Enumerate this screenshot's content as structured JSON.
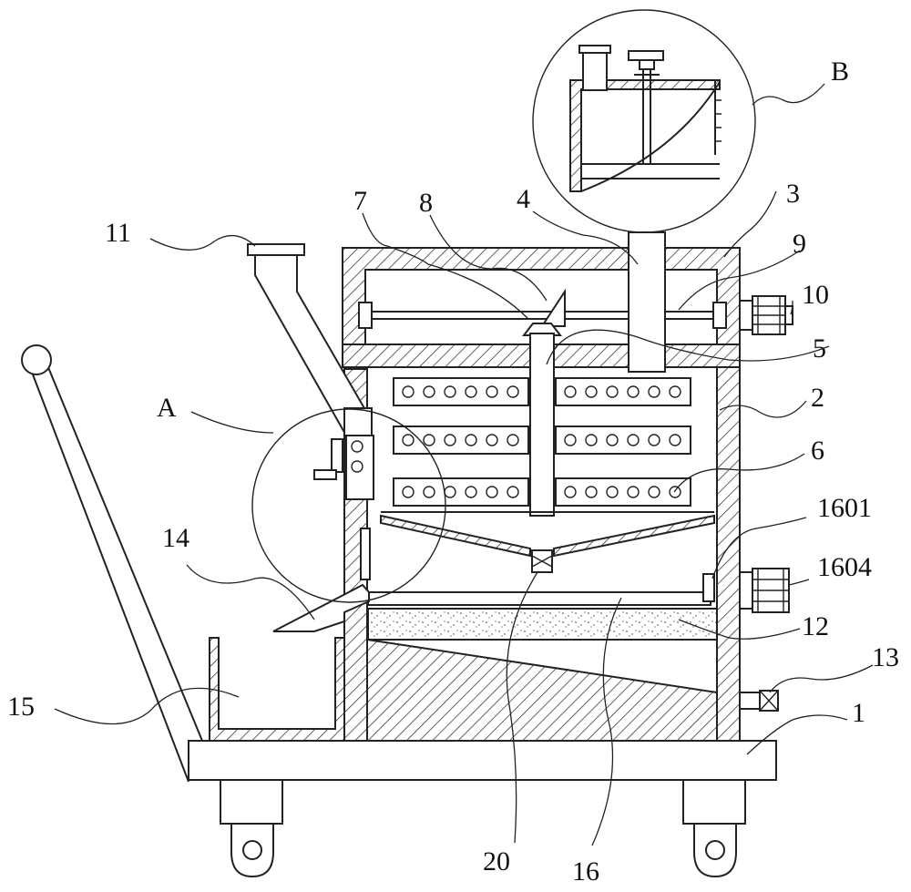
{
  "labels": {
    "n1": "1",
    "n2": "2",
    "n3": "3",
    "n4": "4",
    "n5": "5",
    "n6": "6",
    "n7": "7",
    "n8": "8",
    "n9": "9",
    "n10": "10",
    "n11": "11",
    "n12": "12",
    "n13": "13",
    "n14": "14",
    "n15": "15",
    "n16": "16",
    "n20": "20",
    "n1601": "1601",
    "n1604": "1604",
    "detailA": "A",
    "detailB": "B"
  }
}
